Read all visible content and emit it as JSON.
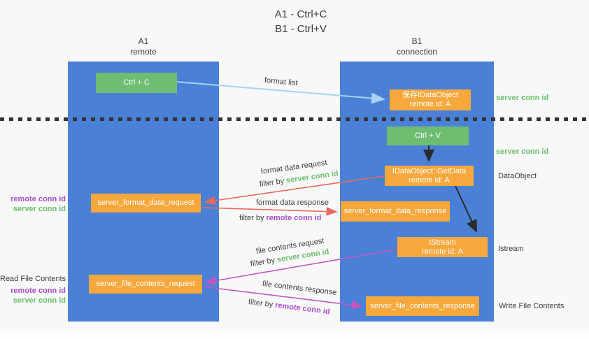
{
  "title": {
    "line1": "A1 - Ctrl+C",
    "line2": "B1 - Ctrl+V"
  },
  "columns": {
    "a1": {
      "name": "A1",
      "subtitle": "remote"
    },
    "b1": {
      "name": "B1",
      "subtitle": "connection"
    }
  },
  "nodes": {
    "ctrl_c": {
      "label": "Ctrl + C"
    },
    "save_idataobject": {
      "line1": "保存IDataObject",
      "line2": "remote id: A"
    },
    "ctrl_v": {
      "label": "Ctrl + V"
    },
    "getdata": {
      "line1": "IDataObject::GetData",
      "line2": "remote id: A"
    },
    "format_request": {
      "label": "server_format_data_request"
    },
    "format_response": {
      "label": "server_format_data_response"
    },
    "istream": {
      "line1": "IStream",
      "line2": "remote id: A"
    },
    "file_request": {
      "label": "server_file_contents_request"
    },
    "file_response": {
      "label": "server_file_contents_response"
    }
  },
  "flow_labels": {
    "format_list": "format list",
    "format_data_request": "format data request",
    "format_data_response": "format data response",
    "file_contents_request": "file contents request",
    "file_contents_response": "file contents response",
    "filter_by_1": "filter by ",
    "filter_server_1": "server conn id",
    "filter_by_2": "filter by ",
    "filter_remote_1": "remote conn id",
    "filter_by_3": "filter by ",
    "filter_server_2": "server conn id",
    "filter_by_4": "filter by ",
    "filter_remote_2": "remote conn id"
  },
  "side_labels": {
    "server_conn_id_top": "server conn id",
    "server_conn_id_mid": "server conn id",
    "dataobject": "DataObject",
    "istream": "Istream",
    "write_file_contents": "Write File Contents",
    "read_file_contents": "Read File Contents",
    "left_remote_conn_id_1": "remote conn id",
    "left_server_conn_id_1": "server conn id",
    "left_remote_conn_id_2": "remote conn id",
    "left_server_conn_id_2": "server conn id"
  },
  "colors": {
    "column_blue": "#4a80d5",
    "node_green": "#6ebe71",
    "node_orange": "#f7a83d",
    "arrow_light_blue": "#a9d3f1",
    "arrow_red": "#e8695d",
    "arrow_magenta": "#c257c2",
    "arrow_black": "#2b2b2b",
    "text_green": "#6cbe6c",
    "text_purple": "#a94fcb"
  }
}
